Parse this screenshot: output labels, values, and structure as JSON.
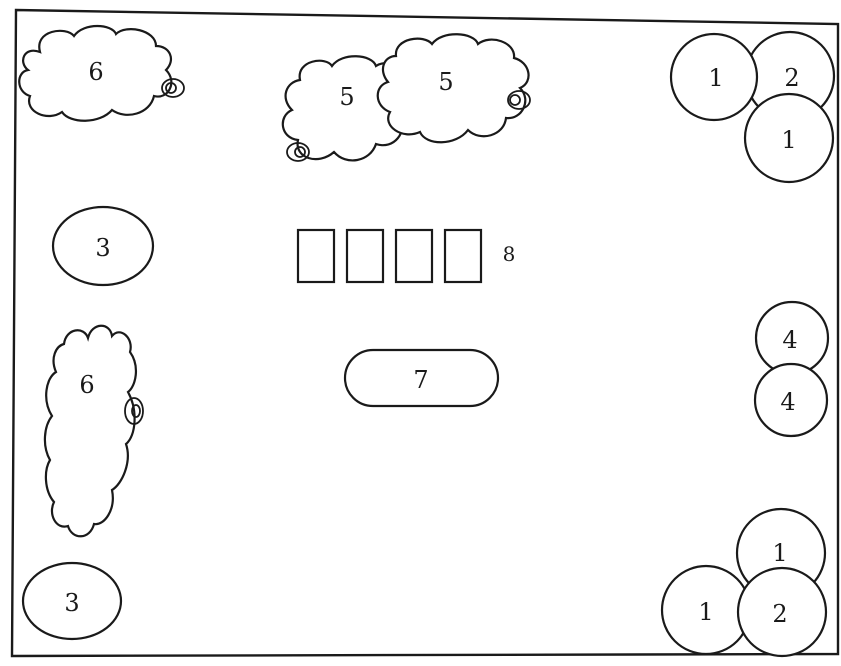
{
  "diagram": {
    "labels": {
      "cloud_top_left": "6",
      "cloud_top_mid_left": "5",
      "cloud_top_mid_right": "5",
      "cloud_left": "6",
      "circle_tr_left": "1",
      "circle_tr_right": "2",
      "circle_tr_bottom": "1",
      "ellipse_left_upper": "3",
      "ellipse_left_lower": "3",
      "squares_label": "8",
      "oval_center": "7",
      "circle_right_upper": "4",
      "circle_right_lower": "4",
      "circle_br_top": "1",
      "circle_br_left": "1",
      "circle_br_right": "2"
    }
  }
}
